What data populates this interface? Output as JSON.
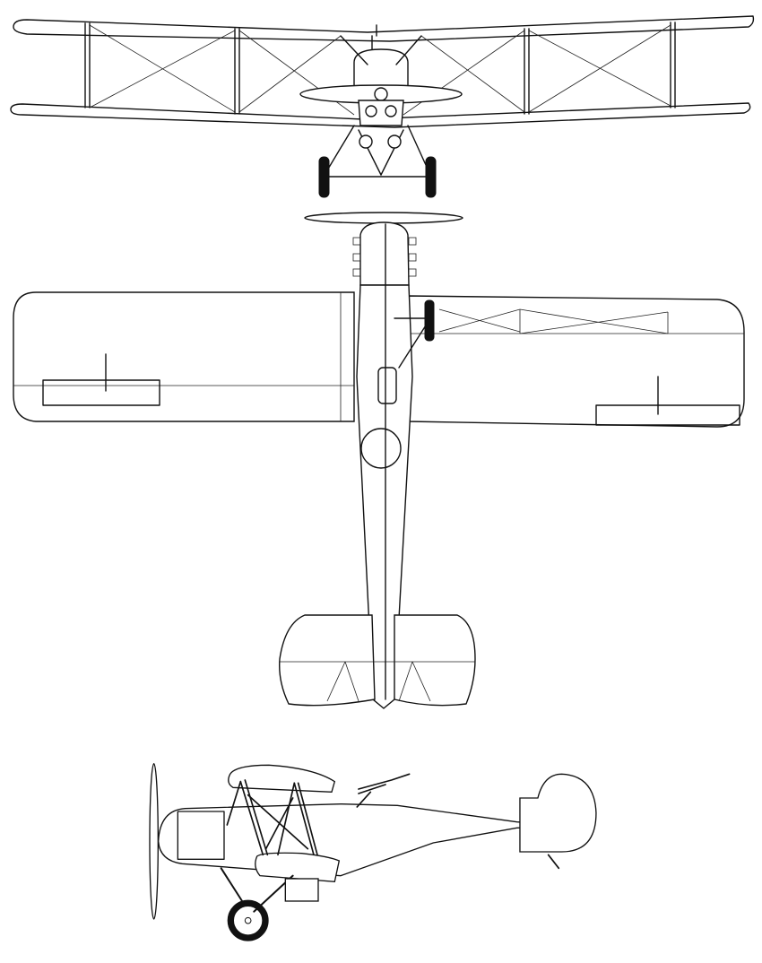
{
  "drawing": {
    "views": [
      "front",
      "top",
      "side"
    ],
    "subject": "biplane",
    "line_color": "#111111",
    "background": "#ffffff"
  }
}
